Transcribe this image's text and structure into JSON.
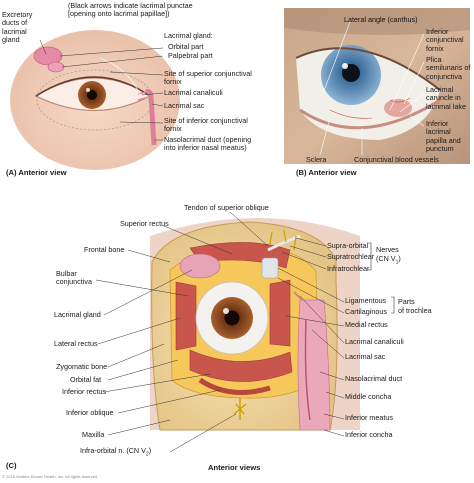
{
  "panel_a": {
    "note_line1": "(Black arrows indicate lacrimal punctae",
    "note_line2": "[opening onto lacrimal papillae])",
    "excretory_ducts": "Excretory ducts of lacrimal gland",
    "lacrimal_gland_heading": "Lacrimal gland:",
    "orbital_part": "Orbital part",
    "palpebral_part": "Palpebral part",
    "superior_fornix": "Site of superior conjunctival fornix",
    "lacrimal_canaliculi": "Lacrimal canaliculi",
    "lacrimal_sac": "Lacrimal sac",
    "inferior_fornix": "Site of inferior conjunctival fornix",
    "nasolacrimal_duct": "Nasolacrimal duct (opening into inferior nasal meatus)",
    "title": "(A) Anterior view"
  },
  "panel_b": {
    "lateral_angle": "Lateral angle (canthus)",
    "inferior_fornix": "Inferior conjunctival fornix",
    "plica": "Plica semilunaris of conjunctiva",
    "caruncle": "Lacrimal caruncle in lacrimal lake",
    "papilla": "Inferior lacrimal papilla and punctum",
    "sclera": "Sclera",
    "vessels": "Conjunctival blood vessels",
    "title": "(B) Anterior view"
  },
  "panel_c": {
    "tendon": "Tendon of superior oblique",
    "superior_rectus": "Superior rectus",
    "frontal_bone": "Frontal bone",
    "bulbar_conjunctiva": "Bulbar conjunctiva",
    "lacrimal_gland": "Lacrimal gland",
    "lateral_rectus": "Lateral rectus",
    "zygomatic_bone": "Zygomatic bone",
    "orbital_fat": "Orbital fat",
    "inferior_rectus": "Inferior rectus",
    "inferior_oblique": "Inferior oblique",
    "maxilla": "Maxilla",
    "infraorbital": "Infra-orbital n. (CN V",
    "infraorbital_sub": "2",
    "infraorbital_close": ")",
    "supra_orbital": "Supra-orbital",
    "supratrochlear": "Supratrochlear",
    "infratrochlear": "Infratrochlear",
    "nerves": "Nerves",
    "nerves_cn": "(CN V",
    "nerves_sub": "1",
    "nerves_close": ")",
    "ligamentous": "Ligamentous",
    "cartilaginous": "Cartilaginous",
    "parts_of": "Parts",
    "of_trochlea": "of trochlea",
    "medial_rectus": "Medial rectus",
    "lacrimal_canaliculi": "Lacrimal canaliculi",
    "lacrimal_sac": "Lacrimal sac",
    "nasolacrimal_duct": "Nasolacrimal duct",
    "middle_concha": "Middle concha",
    "inferior_meatus": "Inferior meatus",
    "inferior_concha": "Inferior concha",
    "panel_label": "(C)",
    "title": "Anterior views"
  },
  "footer": {
    "copyright": "© 2018 Wolters Kluwer Health, Inc. All rights reserved."
  },
  "colors": {
    "skin": "#f3d3c0",
    "iris_brown": "#8a4a22",
    "bone": "#f1d9a0",
    "fat": "#f6c75a",
    "muscle": "#c9564c",
    "gland": "#e7a3b7",
    "blue_iris": "#4f86b6"
  }
}
